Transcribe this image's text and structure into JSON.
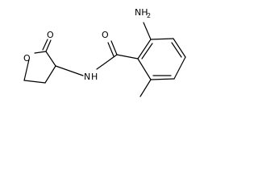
{
  "structure": {
    "atoms": {
      "ring_oxygen": "O",
      "carbonyl_oxygen_lactone": "O",
      "carbonyl_oxygen_amide": "O",
      "amide_nitrogen": {
        "main": "N",
        "h": "H"
      },
      "amino_group": {
        "main": "NH",
        "subscript": "2"
      }
    }
  }
}
